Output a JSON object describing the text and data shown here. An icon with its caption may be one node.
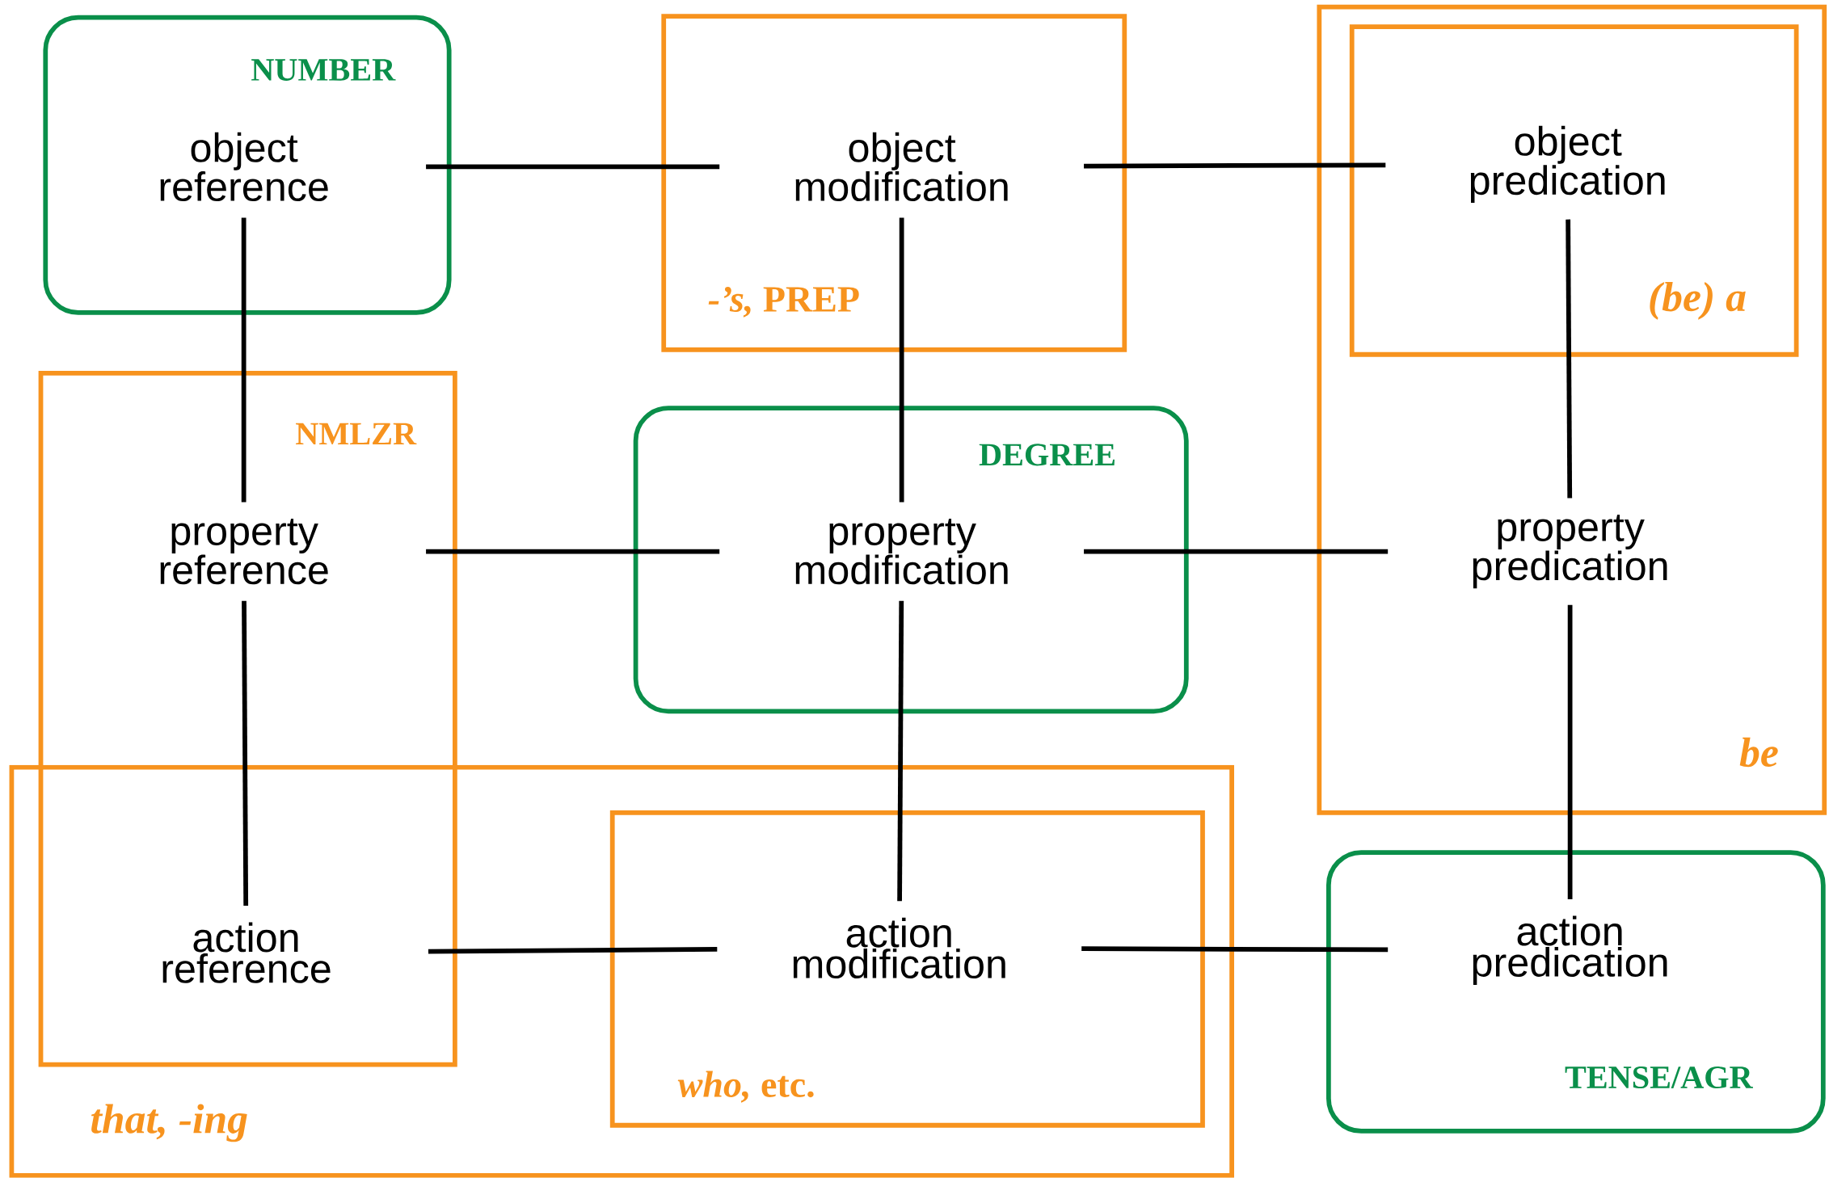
{
  "diagram": {
    "nodes": [
      {
        "text": [
          "NUMBER"
        ]
      },
      {
        "text": [
          "object reference"
        ],
        "in": 0
      },
      {
        "text": [
          "*-’s,* PREP"
        ]
      },
      {
        "text": [
          "object modification"
        ],
        "in": 2
      },
      {
        "text": [
          "be"
        ]
      },
      {
        "text": [
          "(be) a"
        ],
        "in": 4
      },
      {
        "text": [
          "object predication"
        ],
        "in": 5
      },
      {
        "text": [
          "NMLZR"
        ]
      },
      {
        "text": [
          "property reference"
        ],
        "in": 7
      },
      {
        "text": [
          "DEGREE"
        ]
      },
      {
        "text": [
          "property modification"
        ],
        "in": 9
      },
      {
        "text": [
          "property predication"
        ],
        "in": 4
      },
      {
        "text": [
          "that, -ing"
        ]
      },
      {
        "text": [
          "action reference"
        ]
      },
      {
        "text": [
          "*who,* etc."
        ],
        "in": 12
      },
      {
        "text": [
          "action modification"
        ],
        "in": 14
      },
      {
        "text": [
          "TENSE/AGR"
        ]
      },
      {
        "text": [
          "action predication"
        ],
        "in": 16
      }
    ],
    "edges": [
      {
        "from": 1,
        "to": 3,
        "arrow": "none"
      },
      {
        "from": 3,
        "to": 6,
        "arrow": "none"
      },
      {
        "from": 1,
        "to": 8,
        "arrow": "none"
      },
      {
        "from": 3,
        "to": 10,
        "arrow": "none"
      },
      {
        "from": 6,
        "to": 11,
        "arrow": "none"
      },
      {
        "from": 8,
        "to": 10,
        "arrow": "none"
      },
      {
        "from": 10,
        "to": 11,
        "arrow": "none"
      },
      {
        "from": 8,
        "to": 13,
        "arrow": "none"
      },
      {
        "from": 10,
        "to": 15,
        "arrow": "none"
      },
      {
        "from": 11,
        "to": 17,
        "arrow": "none"
      },
      {
        "from": 13,
        "to": 15,
        "arrow": "none"
      },
      {
        "from": 15,
        "to": 17,
        "arrow": "none"
      }
    ]
  }
}
